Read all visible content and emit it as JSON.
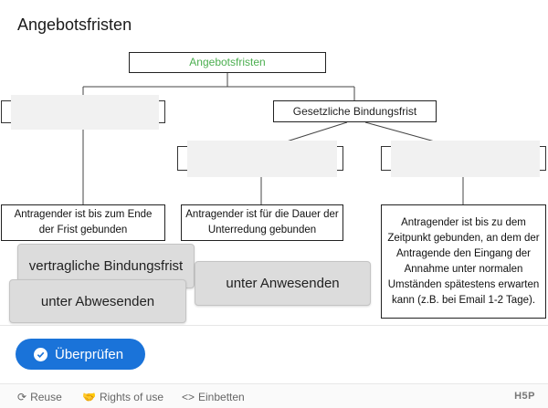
{
  "task": {
    "title": "Angebotsfristen"
  },
  "diagram": {
    "root": "Angebotsfristen",
    "law_node": "Gesetzliche Bindungsfrist",
    "descriptions": [
      "Antragender ist bis zum Ende der Frist gebunden",
      "Antragender ist für die Dauer der Unterredung gebunden",
      "Antragender ist bis zu dem Zeitpunkt gebunden, an dem der Antragende den Eingang der Annahme unter normalen Umständen spätestens erwarten kann (z.B. bei Email 1-2 Tage)."
    ]
  },
  "draggables": [
    "vertragliche Bindungsfrist",
    "unter Abwesenden",
    "unter Anwesenden"
  ],
  "actions": {
    "check_label": "Überprüfen"
  },
  "footer": {
    "reuse": "Reuse",
    "rights": "Rights of use",
    "embed": "Einbetten",
    "brand": "H5P"
  },
  "colors": {
    "accent": "#1a73d9",
    "root_text": "#4caf50"
  }
}
